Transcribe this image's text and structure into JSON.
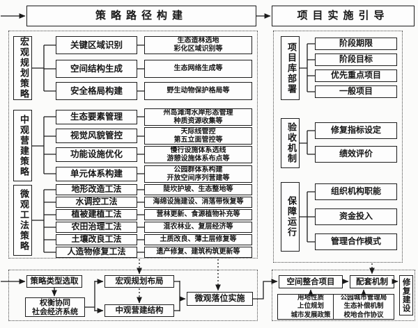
{
  "titles": {
    "strategy": "策略路径构建",
    "implementation": "项目实施引导"
  },
  "left_panel": {
    "groups": [
      {
        "label": "宏观规划策略",
        "rows": [
          {
            "name": "关键区域识别",
            "detail": "生态造林选地\n彩化区域识别等"
          },
          {
            "name": "空间结构生成",
            "detail": "生态网络生成等"
          },
          {
            "name": "安全格局构建",
            "detail": "野生动物保护格局等"
          }
        ]
      },
      {
        "label": "中观营建策略",
        "rows": [
          {
            "name": "生态要素管理",
            "detail": "州岛滩湾水岸形态管理\n种质资源收集等"
          },
          {
            "name": "视觉风貌管控",
            "detail": "天际线管控\n第五立面管控等"
          },
          {
            "name": "功能设施优化",
            "detail": "慢行设施体系选线\n游憩设施体系布点等"
          },
          {
            "name": "单元体系构建",
            "detail": "公园群体系构建\n开放空间序列营建等"
          }
        ]
      },
      {
        "label": "微观工法策略",
        "rows": [
          {
            "name": "地形改造工法",
            "detail": "陡坎护坡、生态整地等"
          },
          {
            "name": "水调控工法",
            "detail": "海绵设施建设、消落带恢复等"
          },
          {
            "name": "植被建植工法",
            "detail": "营林更新、食源植物补充等"
          },
          {
            "name": "农田治理工法",
            "detail": "混农林业、复层经济等"
          },
          {
            "name": "土壤改良工法",
            "detail": "土质改良、薄土层修复等"
          },
          {
            "name": "人造物修复工法",
            "detail": "遗产修复、建筑构筑更新等"
          }
        ]
      }
    ]
  },
  "right_panel": {
    "groups": [
      {
        "label": "项目库部署",
        "items": [
          "阶段期限",
          "阶段目标",
          "优先重点项目",
          "一般项目"
        ]
      },
      {
        "label": "验收机制",
        "items": [
          "修复指标设定",
          "绩效评价"
        ]
      },
      {
        "label": "保障运行",
        "items": [
          "组织机构职能",
          "资金投入",
          "管理合作模式"
        ]
      }
    ]
  },
  "bottom_left": {
    "strategy_type": "策略类型选取",
    "tradeoff": "权衡协同\n社会经济系统",
    "macro_layout": "宏观规划布局",
    "meso_structure": "中观营建结构",
    "micro_implementation": "微观落位实施"
  },
  "bottom_right": {
    "space_integration": "空间整合项目",
    "supporting_mechanism": "配套机制",
    "restoration_construction": "修复建设",
    "land_policy_note": "用地性质\n上位规划\n城市发展政策",
    "mechanism_note": "公园城市管理局\n生态补偿机制\n校地合作协议"
  },
  "colors": {
    "line": "#1b1b1b",
    "background": "#fbfbfa",
    "box_border": "#1b1b1b"
  }
}
